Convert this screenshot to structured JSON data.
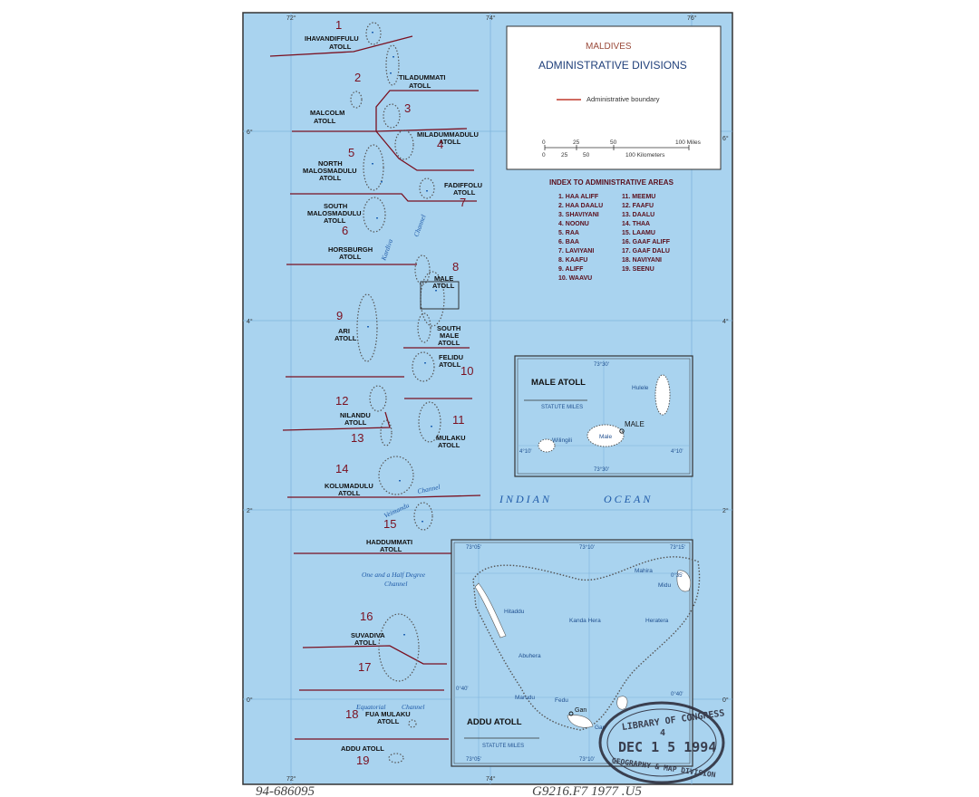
{
  "legend": {
    "title_line1": "MALDIVES",
    "title_line2": "ADMINISTRATIVE DIVISIONS",
    "boundary_label": "Administrative boundary",
    "boundary_color": "#c0392b",
    "scale_miles": [
      "0",
      "25",
      "50",
      "100 Miles"
    ],
    "scale_km": [
      "0",
      "25",
      "50",
      "100 Kilometers"
    ]
  },
  "index": {
    "title": "INDEX TO ADMINISTRATIVE AREAS",
    "col1": [
      "1. HAA ALIFF",
      "2. HAA DAALU",
      "3. SHAVIYANI",
      "4. NOONU",
      "5. RAA",
      "6. BAA",
      "7. LAVIYANI",
      "8. KAAFU",
      "9. ALIFF",
      "10. WAAVU"
    ],
    "col2": [
      "11. MEEMU",
      "12. FAAFU",
      "13. DAALU",
      "14. THAA",
      "15. LAAMU",
      "16. GAAF ALIFF",
      "17. GAAF DALU",
      "18. NAVIYANI",
      "19. SEENU"
    ]
  },
  "grid": {
    "top": [
      "72°",
      "74°",
      "76°"
    ],
    "bottom": [
      "72°",
      "74°"
    ],
    "left": [
      "6°",
      "4°",
      "2°",
      "0°"
    ],
    "right": [
      "6°",
      "4°",
      "2°",
      "0°"
    ]
  },
  "atolls": [
    {
      "line1": "IHAVANDIFFULU",
      "line2": "ATOLL"
    },
    {
      "line1": "TILADUMMATI",
      "line2": "ATOLL"
    },
    {
      "line1": "MALCOLM",
      "line2": "ATOLL"
    },
    {
      "line1": "MILADUMMADULU",
      "line2": "ATOLL"
    },
    {
      "line1": "NORTH",
      "line2": "MALOSMADULU",
      "line3": "ATOLL"
    },
    {
      "line1": "FADIFFOLU",
      "line2": "ATOLL"
    },
    {
      "line1": "SOUTH",
      "line2": "MALOSMADULU",
      "line3": "ATOLL"
    },
    {
      "line1": "HORSBURGH",
      "line2": "ATOLL"
    },
    {
      "line1": "MALE",
      "line2": "ATOLL"
    },
    {
      "line1": "ARI",
      "line2": "ATOLL"
    },
    {
      "line1": "SOUTH",
      "line2": "MALE",
      "line3": "ATOLL"
    },
    {
      "line1": "FELIDU",
      "line2": "ATOLL"
    },
    {
      "line1": "NILANDU",
      "line2": "ATOLL"
    },
    {
      "line1": "MULAKU",
      "line2": "ATOLL"
    },
    {
      "line1": "KOLUMADULU",
      "line2": "ATOLL"
    },
    {
      "line1": "HADDUMMATI",
      "line2": "ATOLL"
    },
    {
      "line1": "SUVADIVA",
      "line2": "ATOLL"
    },
    {
      "line1": "FUA MULAKU",
      "line2": "ATOLL"
    },
    {
      "line1": "ADDU ATOLL"
    }
  ],
  "numbers": [
    "1",
    "2",
    "3",
    "4",
    "5",
    "6",
    "7",
    "8",
    "9",
    "10",
    "11",
    "12",
    "13",
    "14",
    "15",
    "16",
    "17",
    "18",
    "19"
  ],
  "channels": {
    "kardiva": "Kardiva",
    "kardiva2": "Channel",
    "veimandu": "Veimandu",
    "veimandu2": "Channel",
    "one_half_1": "One and a Half Degree",
    "one_half_2": "Channel",
    "equatorial1": "Equatorial",
    "equatorial2": "Channel"
  },
  "ocean": {
    "word1": "INDIAN",
    "word2": "OCEAN"
  },
  "male_inset": {
    "title": "MALE ATOLL",
    "top_coord": "73°30'",
    "bottom_coord": "73°30'",
    "left_coord": "4°10'",
    "right_coord": "4°10'",
    "scale": "STATUTE MILES",
    "places": [
      "Hulele",
      "MALE",
      "Wilingili",
      "Male"
    ]
  },
  "addu_inset": {
    "title": "ADDU ATOLL",
    "top_coords": [
      "73°05'",
      "73°10'",
      "73°15'"
    ],
    "bottom_coords": [
      "73°05'",
      "73°10'"
    ],
    "left_coord": "0°40'",
    "right_coords": [
      "0°35'",
      "0°40'"
    ],
    "scale": "STATUTE MILES",
    "places": [
      "Mahira",
      "Midu",
      "Hitaddu",
      "Kanda Hera",
      "Heratera",
      "Abuhera",
      "Marudu",
      "Fedu",
      "Gan",
      "Gan"
    ]
  },
  "stamp": {
    "line1": "LIBRARY OF CONGRESS",
    "line2": "4",
    "line3": "DEC 1 5 1994",
    "line4": "GEOGRAPHY & MAP DIVISION"
  },
  "catalog": {
    "left": "94-686095",
    "right": "G9216.F7 1977 .U5"
  },
  "colors": {
    "sea": "#a9d3ef",
    "boundary": "#7a1020",
    "grid": "#7fb4dc",
    "legend_bg": "#ffffff"
  }
}
